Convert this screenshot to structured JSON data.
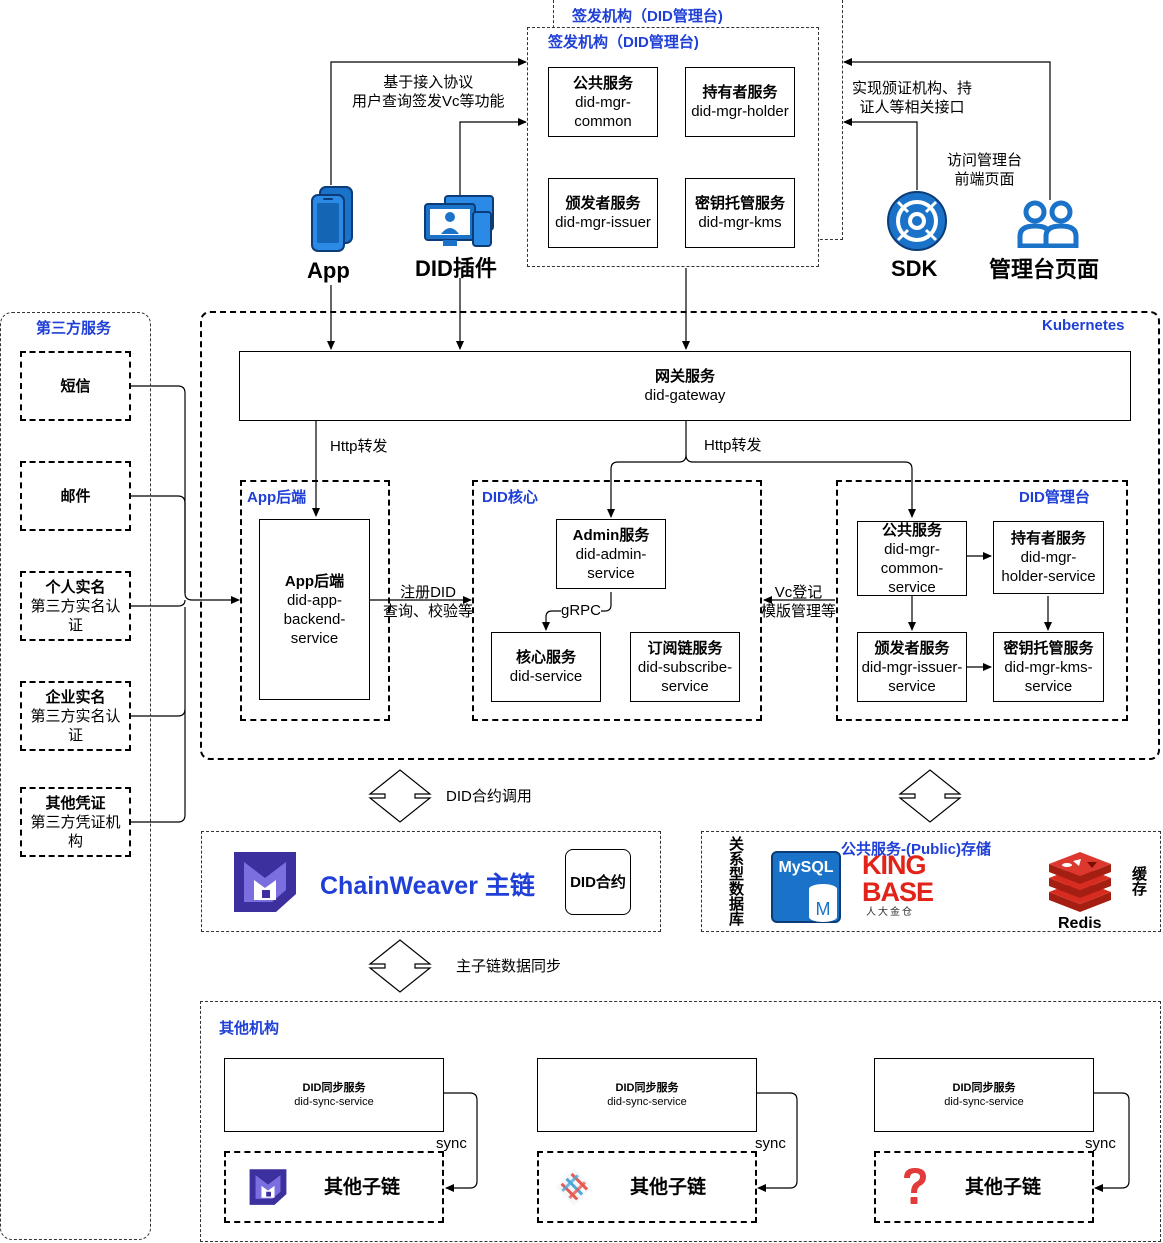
{
  "top_org": {
    "back_title": "签发机构（DID管理台)",
    "title": "签发机构（DID管理台)",
    "common": {
      "name": "公共服务",
      "id": "did-mgr-common"
    },
    "holder": {
      "name": "持有者服务",
      "id": "did-mgr-holder"
    },
    "issuer": {
      "name": "颁发者服务",
      "id": "did-mgr-issuer"
    },
    "kms": {
      "name": "密钥托管服务",
      "id": "did-mgr-kms"
    }
  },
  "clients": {
    "app": "App",
    "plugin": "DID插件",
    "sdk": "SDK",
    "admin_page": "管理台页面"
  },
  "labels": {
    "app_note_1": "基于接入协议",
    "app_note_2": "用户查询签发Vc等功能",
    "sdk_note_1": "实现颁证机构、持",
    "sdk_note_2": "证人等相关接口",
    "admin_note_1": "访问管理台",
    "admin_note_2": "前端页面",
    "http1": "Http转发",
    "http2": "Http转发",
    "register_1": "注册DID",
    "register_2": "查询、校验等",
    "vc_1": "Vc登记",
    "vc_2": "模版管理等",
    "grpc": "gRPC",
    "contract_call": "DID合约调用",
    "sync_chain": "主子链数据同步",
    "sync": "sync"
  },
  "third_party": {
    "title": "第三方服务",
    "sms": "短信",
    "mail": "邮件",
    "personal_1": "个人实名",
    "personal_2": "第三方实名认",
    "personal_3": "证",
    "enterprise_1": "企业实名",
    "enterprise_2": "第三方实名认",
    "enterprise_3": "证",
    "other_1": "其他凭证",
    "other_2": "第三方凭证机",
    "other_3": "构"
  },
  "k8s": {
    "title": "Kubernetes",
    "gateway": {
      "name": "网关服务",
      "id": "did-gateway"
    },
    "app_backend": {
      "title": "App后端",
      "name": "App后端",
      "id1": "did-app-",
      "id2": "backend-",
      "id3": "service"
    },
    "core": {
      "title": "DID核心",
      "admin": {
        "name": "Admin服务",
        "id1": "did-admin-",
        "id2": "service"
      },
      "core_svc": {
        "name": "核心服务",
        "id": "did-service"
      },
      "subscribe": {
        "name": "订阅链服务",
        "id1": "did-subscribe-",
        "id2": "service"
      }
    },
    "mgr": {
      "title": "DID管理台",
      "common": {
        "name": "公共服务",
        "id1": "did-mgr-",
        "id2": "common-",
        "id3": "service"
      },
      "holder": {
        "name": "持有者服务",
        "id1": "did-mgr-",
        "id2": "holder-service"
      },
      "issuer": {
        "name": "颁发者服务",
        "id1": "did-mgr-issuer-",
        "id2": "service"
      },
      "kms": {
        "name": "密钥托管服务",
        "id1": "did-mgr-kms-",
        "id2": "service"
      }
    }
  },
  "chain": {
    "name": "ChainWeaver 主链",
    "contract": "DID合约"
  },
  "storage": {
    "title": "公共服务-(Public)存储",
    "relational": "关系型数据库",
    "cache": "缓存",
    "mysql": "MySQL",
    "kingbase_1": "KING",
    "kingbase_2": "BASE",
    "kingbase_sub": "人大金仓",
    "redis": "Redis"
  },
  "others": {
    "title": "其他机构",
    "sync_name": "DID同步服务",
    "sync_id": "did-sync-service",
    "subchain": "其他子链"
  },
  "colors": {
    "blue_title": "#1f3fd6",
    "icon_blue": "#1a73c8",
    "chainweaver_purple": "#3c2f9e",
    "redis_red": "#c8312a",
    "kingbase_red": "#e2231a"
  }
}
